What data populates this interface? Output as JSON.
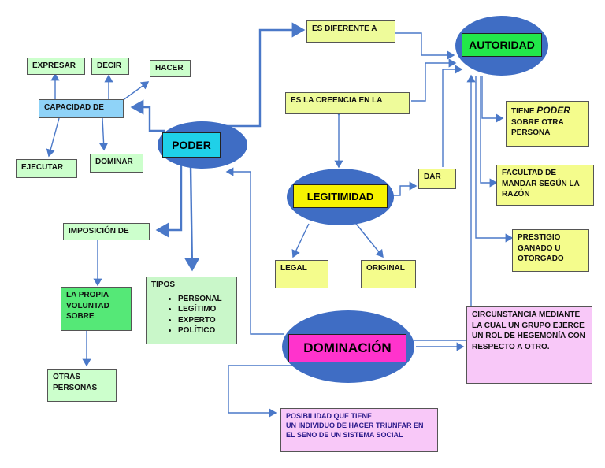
{
  "nodes": {
    "autoridad": "AUTORIDAD",
    "poder": "PODER",
    "legitimidad": "LEGITIMIDAD",
    "dominacion": "DOMINACIÓN",
    "es_diferente_a": "ES DIFERENTE A",
    "es_la_creencia": "ES LA CREENCIA EN LA",
    "expresar": "EXPRESAR",
    "decir": "DECIR",
    "hacer": "HACER",
    "capacidad_de": "CAPACIDAD DE",
    "ejecutar": "EJECUTAR",
    "dominar": "DOMINAR",
    "imposicion_de": "IMPOSICIÓN DE",
    "propia_voluntad": "LA PROPIA VOLUNTAD SOBRE",
    "otras_personas": "OTRAS PERSONAS",
    "tipos_title": "TIPOS",
    "tipos": [
      "PERSONAL",
      "LEGÍTIMO",
      "EXPERTO",
      "POLÍTICO"
    ],
    "legal": "LEGAL",
    "original": "ORIGINAL",
    "dar": "DAR",
    "tiene_pre": "TIENE",
    "tiene_poder": "PODER",
    "tiene_post": "SOBRE OTRA PERSONA",
    "facultad": "FACULTAD DE MANDAR SEGÚN LA RAZÓN",
    "prestigio": "PRESTIGIO GANADO U OTORGADO",
    "circunstancia": "CIRCUNSTANCIA MEDIANTE LA CUAL UN GRUPO EJERCE UN ROL DE HEGEMONÍA CON RESPECTO A OTRO.",
    "posibilidad_1": "POSIBILIDAD QUE TIENE",
    "posibilidad_2": "UN INDIVIDUO DE HACER TRIUNFAR EN EL SENO DE UN SISTEMA SOCIAL"
  },
  "colors": {
    "ellipse": "#3f6dc4",
    "line": "#4a78c8",
    "green_box": "#ccffcc",
    "yellow_box": "#f4fc8c",
    "pink_box": "#f8c8f8",
    "blue_box": "#8fd3f8",
    "autoridad_label": "#22e84a",
    "poder_label": "#1fd0e8",
    "legitimidad_label": "#f6f200",
    "dominacion_label": "#ff33cc"
  }
}
